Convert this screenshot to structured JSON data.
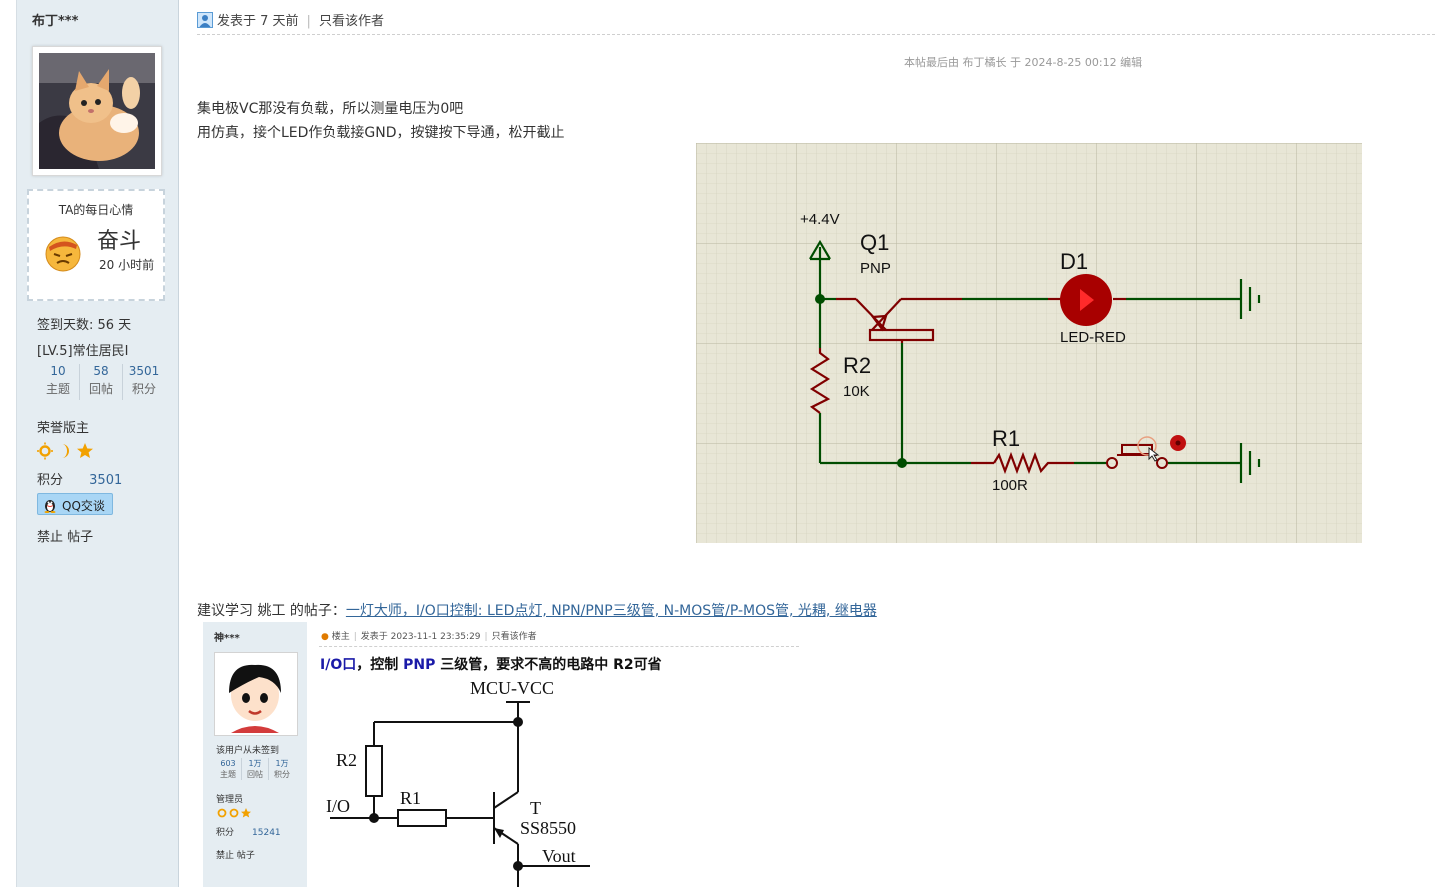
{
  "user": {
    "name": "布丁***",
    "mood_title": "TA的每日心情",
    "mood_word": "奋斗",
    "mood_time": "20 小时前",
    "signin": "签到天数: 56 天",
    "level": "[LV.5]常住居民I",
    "stats": [
      {
        "num": "10",
        "label": "主题"
      },
      {
        "num": "58",
        "label": "回帖"
      },
      {
        "num": "3501",
        "label": "积分"
      }
    ],
    "honor": "荣誉版主",
    "points_label": "积分",
    "points_value": "3501",
    "qq_label": "QQ交谈",
    "banned": "禁止 帖子"
  },
  "post": {
    "meta_time": "发表于 7 天前",
    "meta_author_only": "只看该作者",
    "edit_note": "本帖最后由 布丁橘长 于 2024-8-25 00:12 编辑",
    "line1": "集电极VC那没有负载，所以测量电压为0吧",
    "line2": "用仿真，接个LED作负载接GND，按键按下导通，松开截止",
    "suggest_prefix": "建议学习 姚工 的帖子：",
    "suggest_link": "一灯大师，I/O口控制: LED点灯, NPN/PNP三级管, N-MOS管/P-MOS管, 光耦, 继电器"
  },
  "schematic": {
    "supply": "+4.4V",
    "q1_name": "Q1",
    "q1_type": "PNP",
    "d1_name": "D1",
    "d1_type": "LED-RED",
    "r2_name": "R2",
    "r2_value": "10K",
    "r1_name": "R1",
    "r1_value": "100R"
  },
  "embed": {
    "user": "神***",
    "signin": "该用户从未签到",
    "stats": [
      {
        "num": "603",
        "label": "主题"
      },
      {
        "num": "1万",
        "label": "回帖"
      },
      {
        "num": "1万",
        "label": "积分"
      }
    ],
    "role": "管理员",
    "points_label": "积分",
    "points_value": "15241",
    "banned": "禁止 帖子",
    "meta_floor": "楼主",
    "meta_time": "发表于 2023-11-1 23:35:29",
    "meta_author_only": "只看该作者",
    "title_part1": "I/O口",
    "title_part2": "，控制 ",
    "title_part3": "PNP",
    "title_part4": " 三级管，要求不高的电路中 R2可省",
    "vcc": "MCU-VCC",
    "r2": "R2",
    "r1": "R1",
    "io": "I/O",
    "t": "T",
    "part": "SS8550",
    "vout": "Vout"
  },
  "colors": {
    "sidebar_bg": "#e5edf2",
    "link": "#336699",
    "wire": "#004d00",
    "component": "#800000",
    "grid_bg": "#e8e6d6"
  }
}
